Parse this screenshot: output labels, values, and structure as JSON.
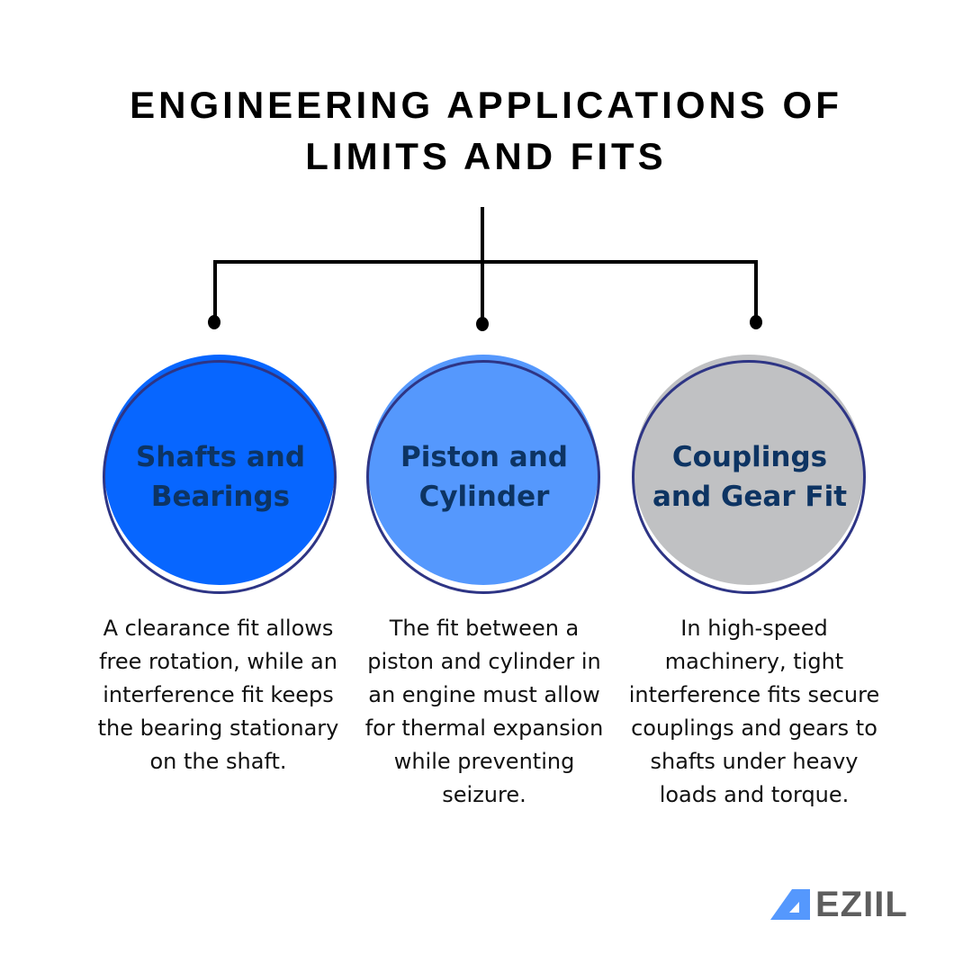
{
  "title": {
    "line1": "ENGINEERING APPLICATIONS OF",
    "line2": "LIMITS AND FITS"
  },
  "nodes": [
    {
      "label": "Shafts and Bearings",
      "fill_color": "#0766ff",
      "description": "A clearance fit allows free rotation, while an interference fit keeps the bearing stationary on the shaft."
    },
    {
      "label": "Piston and Cylinder",
      "fill_color": "#5598fd",
      "description": "The fit between a piston and cylinder in an engine must allow for thermal expansion while preventing seizure."
    },
    {
      "label": "Couplings and Gear Fit",
      "fill_color": "#c0c1c3",
      "description": "In high-speed machinery, tight interference fits secure couplings and gears to shafts under heavy loads and torque."
    }
  ],
  "colors": {
    "ring": "#2e3585",
    "label_text": "#0d3463",
    "logo_icon": "#5598fd",
    "logo_text": "#5e5e5e"
  },
  "logo": {
    "icon": "triangle-ruler-icon",
    "text": "EZIIL"
  }
}
